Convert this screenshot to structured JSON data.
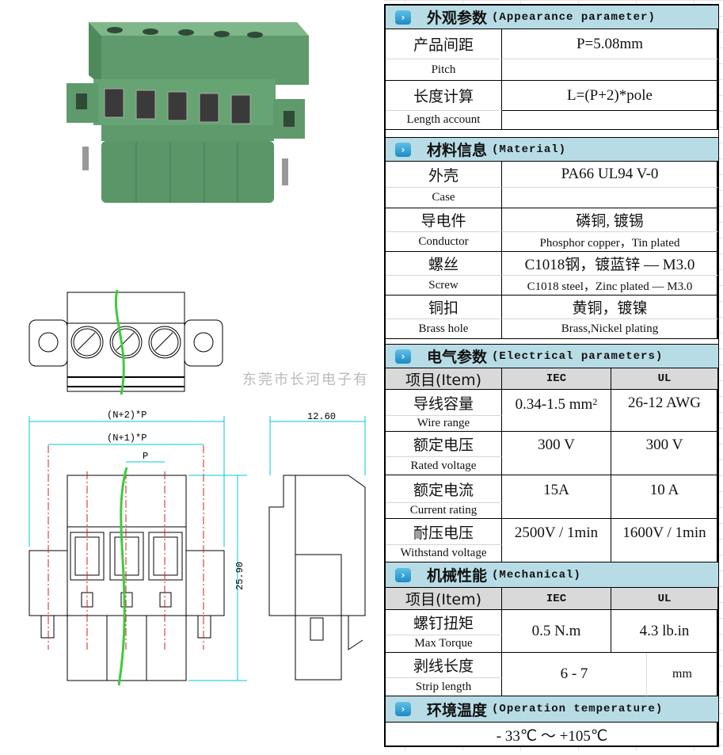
{
  "watermark": "东莞市长河电子有",
  "drawing": {
    "dim_n2": "(N+2)*P",
    "dim_n1": "(N+1)*P",
    "dim_p": "P",
    "dim_depth": "12.60",
    "dim_height": "25.90"
  },
  "appearance": {
    "title_zh": "外观参数",
    "title_en": "(Appearance parameter)",
    "rows": [
      {
        "zh": "产品间距",
        "en": "Pitch",
        "value": "P=5.08mm"
      },
      {
        "zh": "长度计算",
        "en": "Length account",
        "value": "L=(P+2)*pole"
      }
    ]
  },
  "material": {
    "title_zh": "材料信息",
    "title_en": "(Material)",
    "rows": [
      {
        "zh": "外壳",
        "en": "Case",
        "value_zh": "PA66 UL94 V-0",
        "value_en": ""
      },
      {
        "zh": "导电件",
        "en": "Conductor",
        "value_zh": "磷铜, 镀锡",
        "value_en": "Phosphor copper，Tin plated"
      },
      {
        "zh": "螺丝",
        "en": "Screw",
        "value_zh": "C1018钢，镀蓝锌 — M3.0",
        "value_en": "C1018 steel，Zinc plated — M3.0"
      },
      {
        "zh": "铜扣",
        "en": "Brass hole",
        "value_zh": "黄铜，镀镍",
        "value_en": "Brass,Nickel plating"
      }
    ]
  },
  "electrical": {
    "title_zh": "电气参数",
    "title_en": "(Electrical parameters)",
    "item": "项目(Item)",
    "iec": "IEC",
    "ul": "UL",
    "rows": [
      {
        "zh": "导线容量",
        "en": "Wire range",
        "iec": "0.34-1.5 mm",
        "iec_sup": "2",
        "ul": "26-12  AWG"
      },
      {
        "zh": "额定电压",
        "en": "Rated voltage",
        "iec": "300 V",
        "ul": "300 V"
      },
      {
        "zh": "额定电流",
        "en": "Current rating",
        "iec": "15A",
        "ul": "10  A"
      },
      {
        "zh": "耐压电压",
        "en": "Withstand voltage",
        "iec": "2500V / 1min",
        "ul": "1600V / 1min"
      }
    ]
  },
  "mechanical": {
    "title_zh": "机械性能",
    "title_en": "(Mechanical)",
    "item": "项目(Item)",
    "iec": "IEC",
    "ul": "UL",
    "torque": {
      "zh": "螺钉扭矩",
      "en": "Max Torque",
      "iec": "0.5  N.m",
      "ul": "4.3 lb.in"
    },
    "strip": {
      "zh": "剥线长度",
      "en": "Strip length",
      "value": "6  -  7",
      "unit": "mm"
    }
  },
  "temperature": {
    "title_zh": "环境温度",
    "title_en": "(Operation temperature)",
    "value": "- 33℃  ～  +105℃"
  },
  "colors": {
    "header_bg": "#b8dce6",
    "item_bg": "#d9d9d9",
    "product_green": "#5e9a6c",
    "dimension_cyan": "#00c8d8",
    "wire_green": "#3ccc3c",
    "centerline_red": "#cc2222"
  }
}
